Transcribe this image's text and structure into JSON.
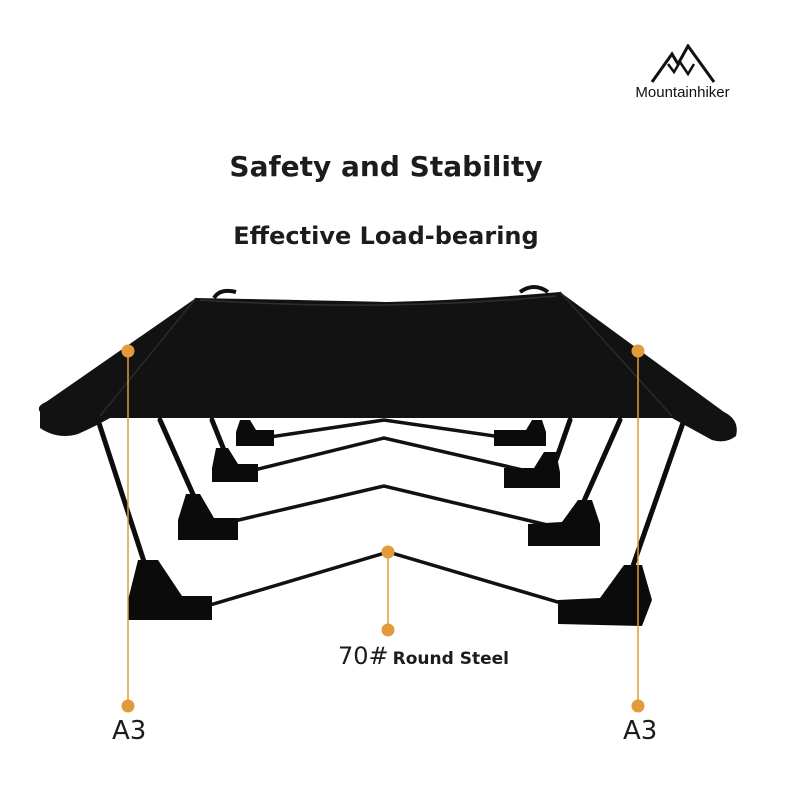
{
  "brand": {
    "name": "Mountainhiker",
    "logo_icon": "mountain-peaks-icon"
  },
  "headline": "Safety and Stability",
  "subheadline": "Effective Load-bearing",
  "callouts": {
    "left_joint": "A3",
    "right_joint": "A3",
    "steel_grade": "70#",
    "steel_type": "Round Steel"
  },
  "colors": {
    "callout": "#e39a3b",
    "fabric": "#111111",
    "text": "#1c1c1c"
  }
}
